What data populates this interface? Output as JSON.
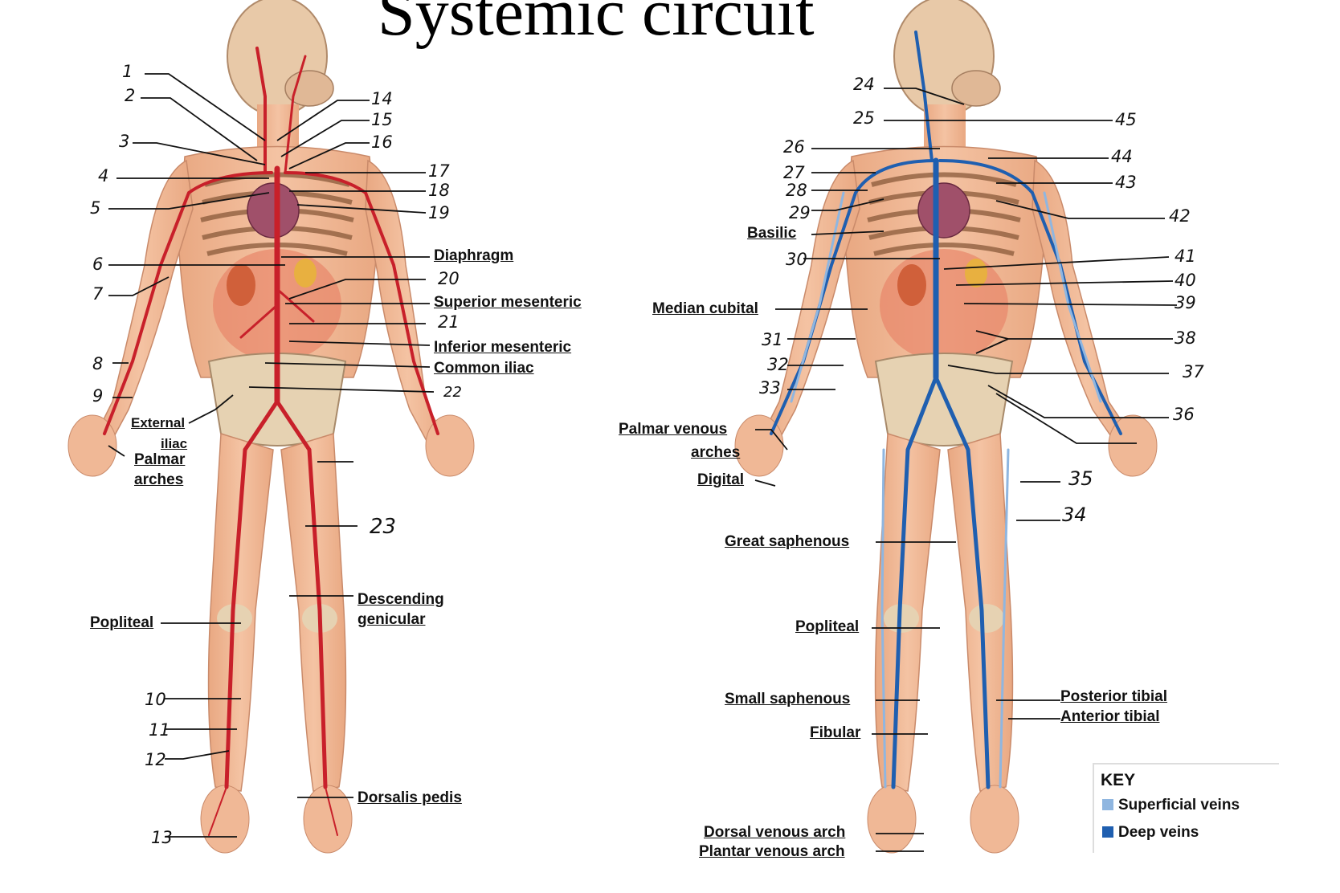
{
  "title": "Systemic circuit",
  "colors": {
    "artery": "#c8202a",
    "superficial_vein": "#8fb6e0",
    "deep_vein": "#1f5fb0",
    "skin": "#eeb592"
  },
  "left_labels": {
    "diaphragm": "Diaphragm",
    "superior_mesenteric": "Superior mesenteric",
    "inferior_mesenteric": "Inferior mesenteric",
    "common_iliac": "Common iliac",
    "external_iliac_1": "External",
    "external_iliac_2": "iliac",
    "palmar_arches_1": "Palmar",
    "palmar_arches_2": "arches",
    "descending_genicular_1": "Descending",
    "descending_genicular_2": "genicular",
    "popliteal": "Popliteal",
    "dorsalis_pedis": "Dorsalis pedis"
  },
  "right_labels": {
    "basilic": "Basilic",
    "median_cubital": "Median cubital",
    "palmar_venous_arches_1": "Palmar venous",
    "palmar_venous_arches_2": "arches",
    "digital": "Digital",
    "great_saphenous": "Great saphenous",
    "popliteal": "Popliteal",
    "small_saphenous": "Small saphenous",
    "fibular": "Fibular",
    "posterior_tibial": "Posterior tibial",
    "anterior_tibial": "Anterior tibial",
    "dorsal_venous_arch": "Dorsal venous arch",
    "plantar_venous_arch": "Plantar venous arch"
  },
  "numbers": {
    "n1": "1",
    "n2": "2",
    "n3": "3",
    "n4": "4",
    "n5": "5",
    "n6": "6",
    "n7": "7",
    "n8": "8",
    "n9": "9",
    "n10": "10",
    "n11": "11",
    "n12": "12",
    "n13": "13",
    "n14": "14",
    "n15": "15",
    "n16": "16",
    "n17": "17",
    "n18": "18",
    "n19": "19",
    "n20": "20",
    "n21": "21",
    "n22": "22",
    "n23": "23",
    "n24": "24",
    "n25": "25",
    "n26": "26",
    "n27": "27",
    "n28": "28",
    "n29": "29",
    "n30": "30",
    "n31": "31",
    "n32": "32",
    "n33": "33",
    "n34": "34",
    "n35": "35",
    "n36": "36",
    "n37": "37",
    "n38": "38",
    "n39": "39",
    "n40": "40",
    "n41": "41",
    "n42": "42",
    "n43": "43",
    "n44": "44",
    "n45": "45"
  },
  "key": {
    "title": "KEY",
    "superficial": "Superficial veins",
    "deep": "Deep veins"
  }
}
